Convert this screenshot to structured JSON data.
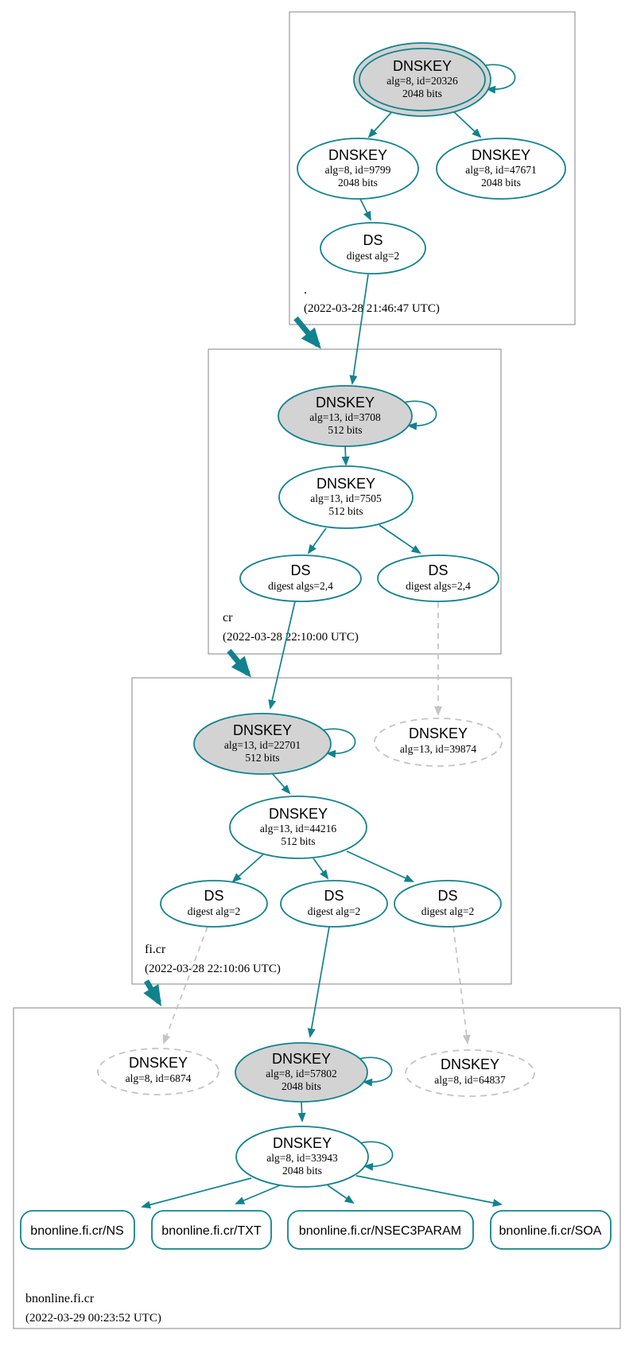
{
  "colors": {
    "edge_teal": "#12828e",
    "node_fill_gray": "#d3d3d3",
    "dashed_gray": "#c4c4c4",
    "box_border": "#848484"
  },
  "zones": {
    "root": {
      "label": ".",
      "timestamp": "(2022-03-28 21:46:47 UTC)",
      "ksk": {
        "type": "DNSKEY",
        "detail": "alg=8, id=20326",
        "bits": "2048 bits"
      },
      "zsk_left": {
        "type": "DNSKEY",
        "detail": "alg=8, id=9799",
        "bits": "2048 bits"
      },
      "zsk_right": {
        "type": "DNSKEY",
        "detail": "alg=8, id=47671",
        "bits": "2048 bits"
      },
      "ds": {
        "type": "DS",
        "detail": "digest alg=2"
      }
    },
    "cr": {
      "label": "cr",
      "timestamp": "(2022-03-28 22:10:00 UTC)",
      "ksk": {
        "type": "DNSKEY",
        "detail": "alg=13, id=3708",
        "bits": "512 bits"
      },
      "zsk": {
        "type": "DNSKEY",
        "detail": "alg=13, id=7505",
        "bits": "512 bits"
      },
      "ds_left": {
        "type": "DS",
        "detail": "digest algs=2,4"
      },
      "ds_right": {
        "type": "DS",
        "detail": "digest algs=2,4"
      }
    },
    "fi_cr": {
      "label": "fi.cr",
      "timestamp": "(2022-03-28 22:10:06 UTC)",
      "ksk": {
        "type": "DNSKEY",
        "detail": "alg=13, id=22701",
        "bits": "512 bits"
      },
      "missing_key": {
        "type": "DNSKEY",
        "detail": "alg=13, id=39874"
      },
      "zsk": {
        "type": "DNSKEY",
        "detail": "alg=13, id=44216",
        "bits": "512 bits"
      },
      "ds_left": {
        "type": "DS",
        "detail": "digest alg=2"
      },
      "ds_mid": {
        "type": "DS",
        "detail": "digest alg=2"
      },
      "ds_right": {
        "type": "DS",
        "detail": "digest alg=2"
      }
    },
    "bnonline_fi_cr": {
      "label": "bnonline.fi.cr",
      "timestamp": "(2022-03-29 00:23:52 UTC)",
      "missing_key_left": {
        "type": "DNSKEY",
        "detail": "alg=8, id=6874"
      },
      "ksk": {
        "type": "DNSKEY",
        "detail": "alg=8, id=57802",
        "bits": "2048 bits"
      },
      "missing_key_right": {
        "type": "DNSKEY",
        "detail": "alg=8, id=64837"
      },
      "zsk": {
        "type": "DNSKEY",
        "detail": "alg=8, id=33943",
        "bits": "2048 bits"
      },
      "rrset_ns": {
        "label": "bnonline.fi.cr/NS"
      },
      "rrset_txt": {
        "label": "bnonline.fi.cr/TXT"
      },
      "rrset_nsec3param": {
        "label": "bnonline.fi.cr/NSEC3PARAM"
      },
      "rrset_soa": {
        "label": "bnonline.fi.cr/SOA"
      }
    }
  }
}
